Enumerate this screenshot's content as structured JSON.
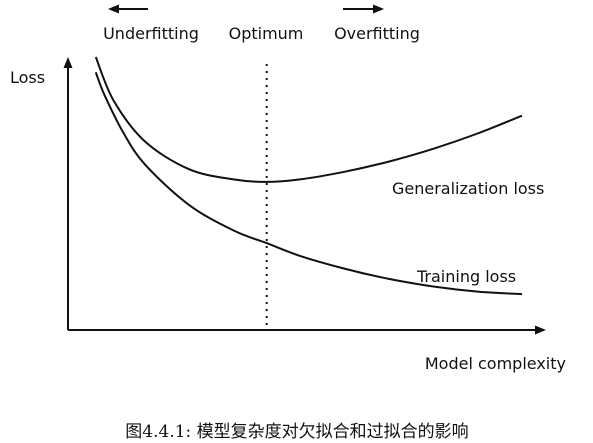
{
  "chart_data": {
    "type": "line",
    "title": "",
    "xlabel": "Model complexity",
    "ylabel": "Loss",
    "top_labels": {
      "left": "Underfitting",
      "middle": "Optimum",
      "right": "Overfitting"
    },
    "optimum_x": 0.425,
    "xlim": [
      0,
      1
    ],
    "ylim": [
      0,
      1
    ],
    "series": [
      {
        "name": "Generalization loss",
        "x": [
          0.04,
          0.08,
          0.15,
          0.25,
          0.35,
          0.425,
          0.5,
          0.6,
          0.7,
          0.8,
          0.9,
          1.0
        ],
        "y": [
          1.0,
          0.83,
          0.67,
          0.56,
          0.52,
          0.51,
          0.52,
          0.55,
          0.59,
          0.64,
          0.7,
          0.77
        ]
      },
      {
        "name": "Training loss",
        "x": [
          0.04,
          0.06,
          0.1,
          0.15,
          0.25,
          0.35,
          0.425,
          0.5,
          0.6,
          0.7,
          0.8,
          0.9,
          1.0
        ],
        "y": [
          0.94,
          0.85,
          0.71,
          0.58,
          0.42,
          0.32,
          0.27,
          0.22,
          0.17,
          0.13,
          0.1,
          0.08,
          0.07
        ]
      }
    ]
  },
  "caption": "图4.4.1: 模型复杂度对欠拟合和过拟合的影响"
}
